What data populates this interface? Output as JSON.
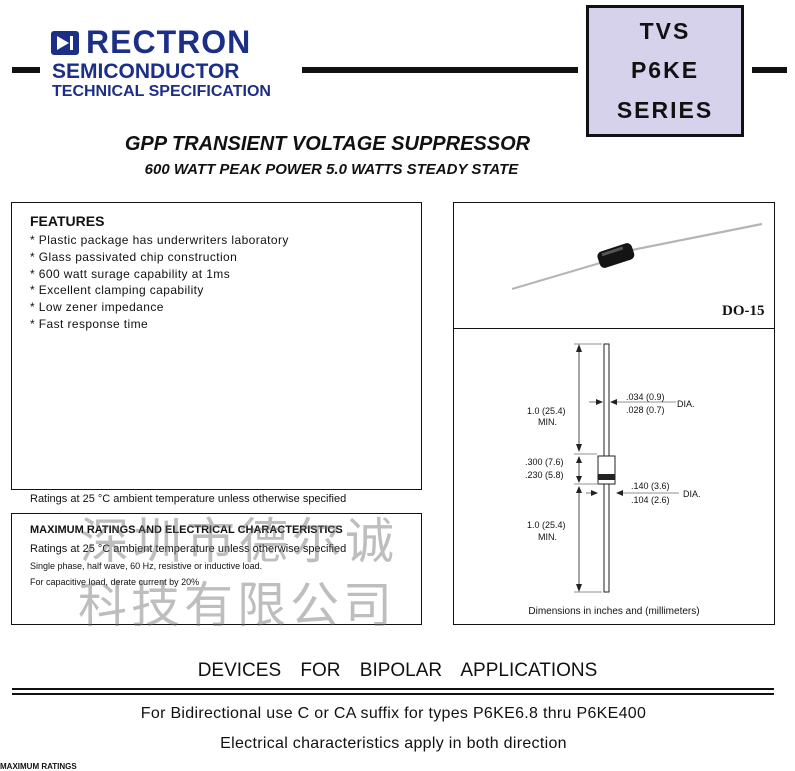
{
  "header": {
    "brand": "RECTRON",
    "subtitle": "SEMICONDUCTOR",
    "spec": "TECHNICAL SPECIFICATION",
    "series_lines": [
      "TVS",
      "P6KE",
      "SERIES"
    ],
    "brand_color": "#1c2f86",
    "series_bg": "#d7d2ec"
  },
  "title": {
    "main": "GPP TRANSIENT VOLTAGE SUPPRESSOR",
    "sub": "600 WATT PEAK POWER  5.0 WATTS  STEADY STATE"
  },
  "features": {
    "heading": "FEATURES",
    "items": [
      "* Plastic package has underwriters laboratory",
      "* Glass passivated chip construction",
      "* 600 watt surage capability at 1ms",
      "* Excellent clamping capability",
      "* Low zener impedance",
      "* Fast response time"
    ]
  },
  "package": {
    "name": "DO-15"
  },
  "dimensions": {
    "lead_dia_top": ".034 (0.9)",
    "lead_dia_bottom": ".028 (0.7)",
    "dia_label": "DIA.",
    "lead_len_top": "1.0 (25.4)",
    "min_label": "MIN.",
    "body_len_top": ".300 (7.6)",
    "body_len_bottom": ".230 (5.8)",
    "body_dia_top": ".140 (3.6)",
    "body_dia_bottom": ".104 (2.6)",
    "lead_len_bottom": "1.0 (25.4)",
    "caption": "Dimensions in inches and (millimeters)"
  },
  "ratings": {
    "note": "Ratings at 25 °C ambient temperature unless otherwise specified",
    "max_title": "MAXIMUM RATINGS AND ELECTRICAL CHARACTERISTICS",
    "line1": "Ratings at 25 °C ambient temperature unless otherwise specified",
    "line2": "Single phase, half wave, 60 Hz, resistive or inductive load.",
    "line3": "For capacitive load, derate current by 20%"
  },
  "watermark": {
    "line1": "深圳市德尔诚",
    "line2": "科技有限公司"
  },
  "bipolar": {
    "heading": "DEVICES   FOR   BIPOLAR   APPLICATIONS",
    "line1": "For Bidirectional use C or CA suffix for types P6KE6.8 thru P6KE400",
    "line2": "Electrical characteristics apply in both direction"
  },
  "footer": {
    "cut_text": "MAXIMUM RATINGS"
  }
}
